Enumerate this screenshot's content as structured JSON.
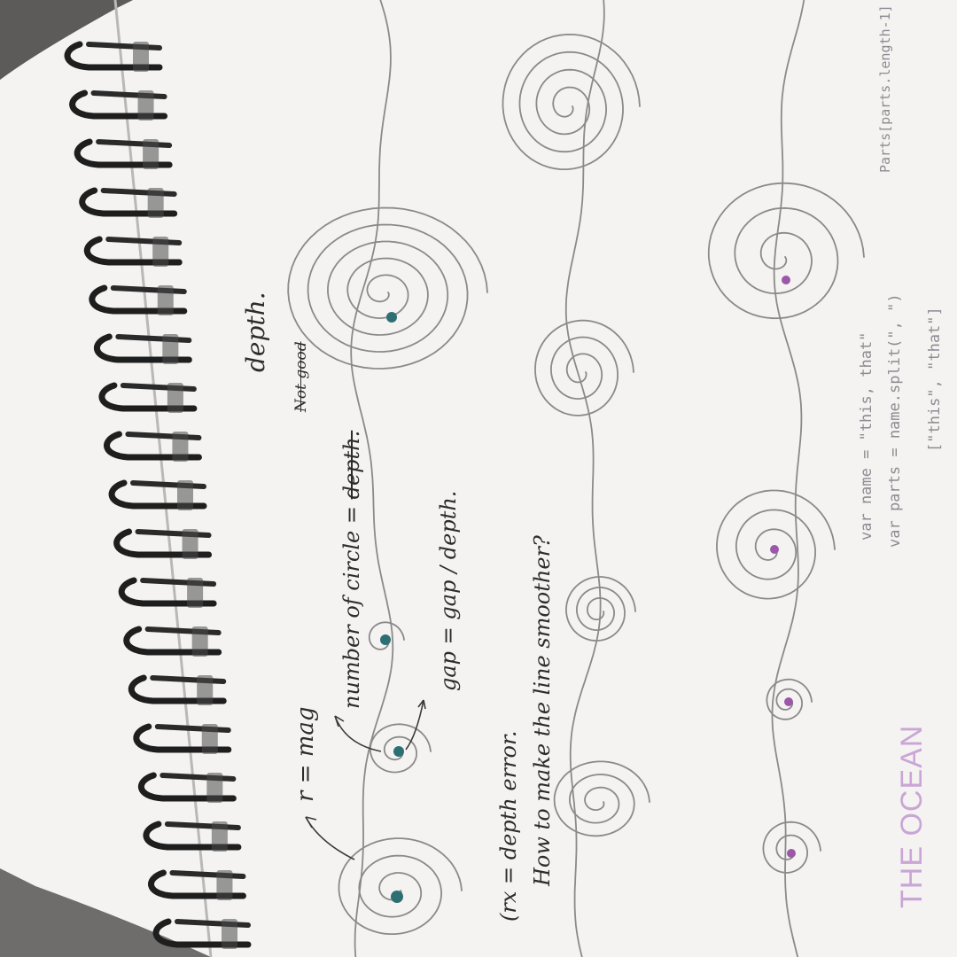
{
  "photo": {
    "subject": "spiral-bound sketchbook page with hand-drawn spirals and notes",
    "palette": {
      "table": "#6e6d6b",
      "paper": "#f4f3f1",
      "coil": "#1e1e1e",
      "pencil": "#8a8a8a",
      "teal_dot": "#2e6f73",
      "purple_dot": "#9b58a8",
      "ocean_label": "#c9a6d6"
    }
  },
  "notes": {
    "r_mag": "r = mag",
    "circle_depth_prefix": "number of circle =",
    "circle_depth_strike": "depth.",
    "circle_depth_strike2": "Not good",
    "circle_depth_word": "depth.",
    "gap": "gap = gap / depth.",
    "rx": "(rx = depth error.",
    "smoother": "How to make the line smoother?",
    "ocean": "THE OCEAN"
  },
  "code": {
    "line1": "var name = \"this, that\"",
    "line2": "var parts = name.split(\", \")",
    "line3": "[\"this\", \"that\"]",
    "line4": "Parts[parts.length-1]"
  }
}
